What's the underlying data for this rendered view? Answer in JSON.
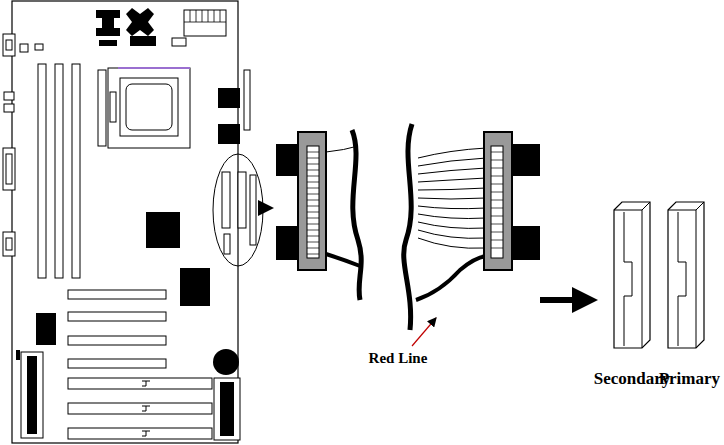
{
  "diagram": {
    "labels": [
      "Red Line",
      "Secondary",
      "Primary"
    ]
  }
}
